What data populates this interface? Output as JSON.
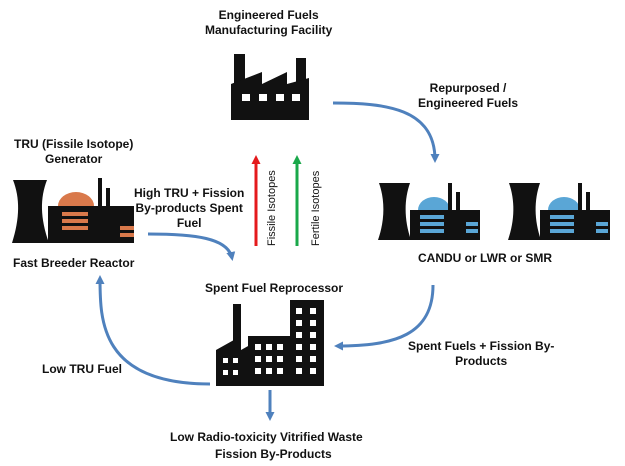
{
  "diagram": {
    "labels": {
      "manufacturing": [
        "Engineered Fuels",
        "Manufacturing Facility"
      ],
      "repurposed": [
        "Repurposed /",
        "Engineered Fuels"
      ],
      "tru_generator": [
        "TRU (Fissile Isotope)",
        "Generator"
      ],
      "high_tru": [
        "High TRU + Fission",
        "By-products Spent",
        "Fuel"
      ],
      "fast_breeder": "Fast Breeder Reactor",
      "fissile_isotopes": "Fissile Isotopes",
      "fertile_isotopes": "Fertile Isotopes",
      "reactors": "CANDU or LWR or SMR",
      "reprocessor": "Spent Fuel Reprocessor",
      "spent_fuels": [
        "Spent Fuels + Fission By-",
        "Products"
      ],
      "low_tru": "Low TRU Fuel",
      "waste": "Low Radio-toxicity Vitrified Waste",
      "fission_byproducts": "Fission By-Products"
    },
    "icons": {
      "manufacturing": "factory-icon",
      "fast_breeder": "nuclear-plant-icon",
      "candu_reactor": "nuclear-plant-icon",
      "lwr_smr_reactor": "nuclear-plant-icon",
      "reprocessor": "industrial-plant-icon"
    },
    "colors": {
      "arrow": "#4f81bd",
      "fissile": "#e41a1c",
      "fertile": "#1aa84a",
      "building": "#111111",
      "fast_breeder_accent": "#d9794b",
      "lwr_accent": "#5aa6d6"
    }
  }
}
